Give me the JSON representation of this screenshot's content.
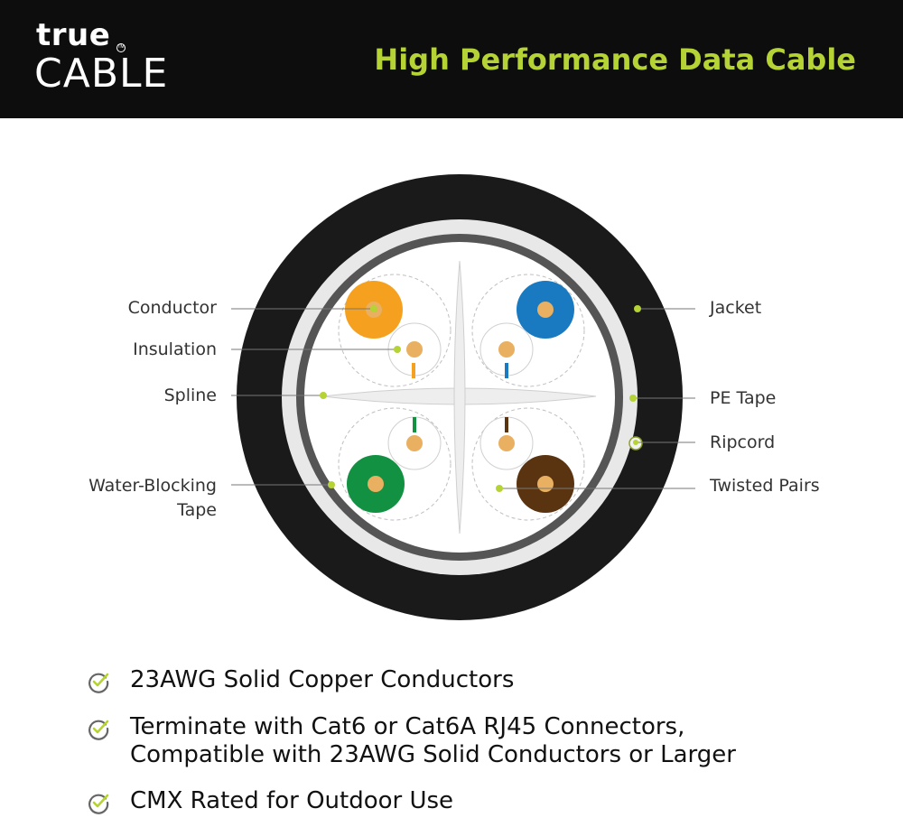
{
  "logo": {
    "top": "true",
    "bottom": "CABLE",
    "mark": "TM"
  },
  "header": {
    "title": "High Performance Data Cable"
  },
  "labels": {
    "conductor": "Conductor",
    "insulation": "Insulation",
    "spline": "Spline",
    "water_blocking_1": "Water-Blocking",
    "water_blocking_2": "Tape",
    "jacket": "Jacket",
    "pe_tape": "PE Tape",
    "ripcord": "Ripcord",
    "twisted_pairs": "Twisted Pairs"
  },
  "features": [
    {
      "line1": "23AWG Solid Copper Conductors",
      "line2": ""
    },
    {
      "line1": "Terminate with Cat6 or Cat6A RJ45 Connectors,",
      "line2": "Compatible with 23AWG Solid Conductors or Larger"
    },
    {
      "line1": "CMX Rated for Outdoor Use",
      "line2": ""
    }
  ],
  "colors": {
    "header_bg": "#0d0d0d",
    "accent": "#b5d334",
    "jacket": "#1a1a1a",
    "orange": "#f5a11f",
    "blue": "#1979c1",
    "green": "#119141",
    "brown": "#5a3410",
    "copper": "#e8b060"
  },
  "icons": {
    "check": "check-circle-icon"
  }
}
